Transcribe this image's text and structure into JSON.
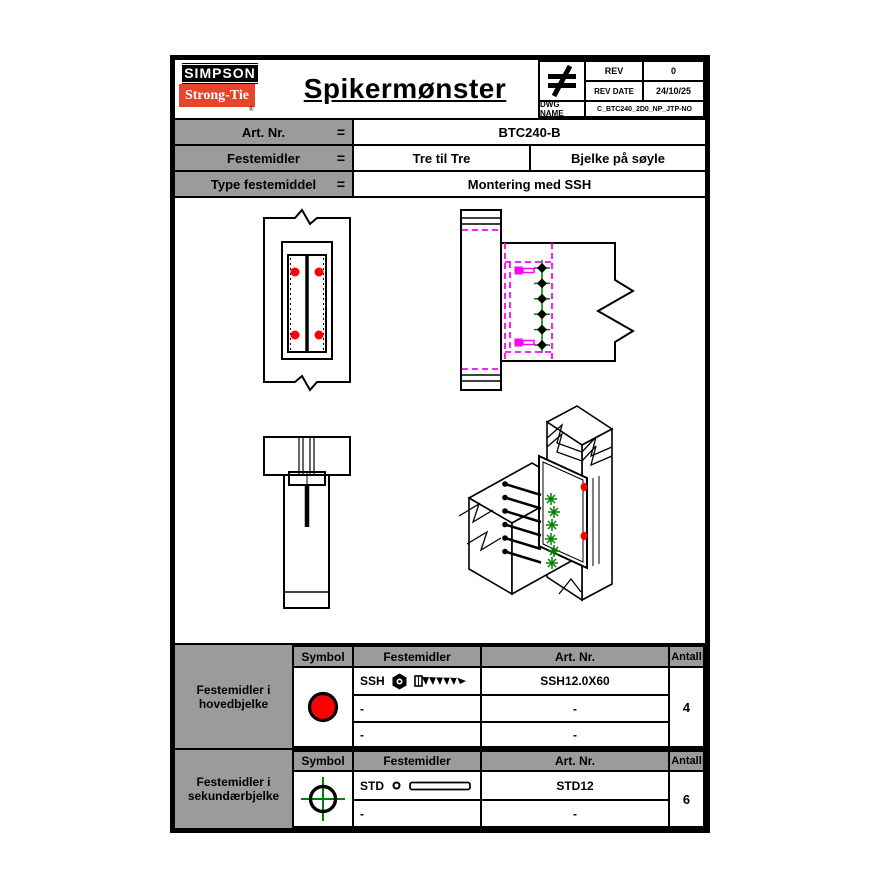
{
  "header": {
    "logo_line1": "SIMPSON",
    "logo_line2": "Strong-Tie",
    "logo_registered": "®",
    "title": "Spikermønster",
    "projection_symbol": "not-equal-sign",
    "rev_label": "REV",
    "rev_value": "0",
    "rev_date_label": "REV DATE",
    "rev_date_value": "24/10/25",
    "dwg_name_label": "DWG NAME",
    "dwg_name_value": "C_BTC240_2D0_NP_JTP-NO"
  },
  "info_rows": [
    {
      "label": "Art. Nr.",
      "eq": "=",
      "values": [
        "BTC240-B"
      ]
    },
    {
      "label": "Festemidler",
      "eq": "=",
      "values": [
        "Tre til Tre",
        "Bjelke på søyle"
      ]
    },
    {
      "label": "Type festemiddel",
      "eq": "=",
      "values": [
        "Montering med SSH"
      ]
    }
  ],
  "drawings": {
    "front_view": "beam front view with 4 red SSH screw positions",
    "side_view": "column and beam side view with hidden connector (magenta) and 6 STD dowel positions",
    "section_view": "vertical section through column with SSH screw",
    "isometric_view": "3D view of BTC connector joining beam to column"
  },
  "fastener_tables": [
    {
      "row_label": "Festemidler i hovedbjelke",
      "columns": [
        "Symbol",
        "Festemidler",
        "Art. Nr.",
        "Antall"
      ],
      "symbol": "red-filled-circle",
      "rows": [
        {
          "festemidler": "SSH",
          "art_nr": "SSH12.0X60"
        },
        {
          "festemidler": "-",
          "art_nr": "-"
        },
        {
          "festemidler": "-",
          "art_nr": "-"
        }
      ],
      "antall": "4"
    },
    {
      "row_label": "Festemidler i sekundærbjelke",
      "columns": [
        "Symbol",
        "Festemidler",
        "Art. Nr.",
        "Antall"
      ],
      "symbol": "black-circle-green-crosshair",
      "rows": [
        {
          "festemidler": "STD",
          "art_nr": "STD12"
        },
        {
          "festemidler": "-",
          "art_nr": "-"
        }
      ],
      "antall": "6"
    }
  ],
  "colors": {
    "cell_gray": "#9b9b9b",
    "logo_red": "#e8432c",
    "symbol_red": "#ff0000",
    "symbol_green": "#008000",
    "hidden_magenta": "#ff00ff"
  }
}
